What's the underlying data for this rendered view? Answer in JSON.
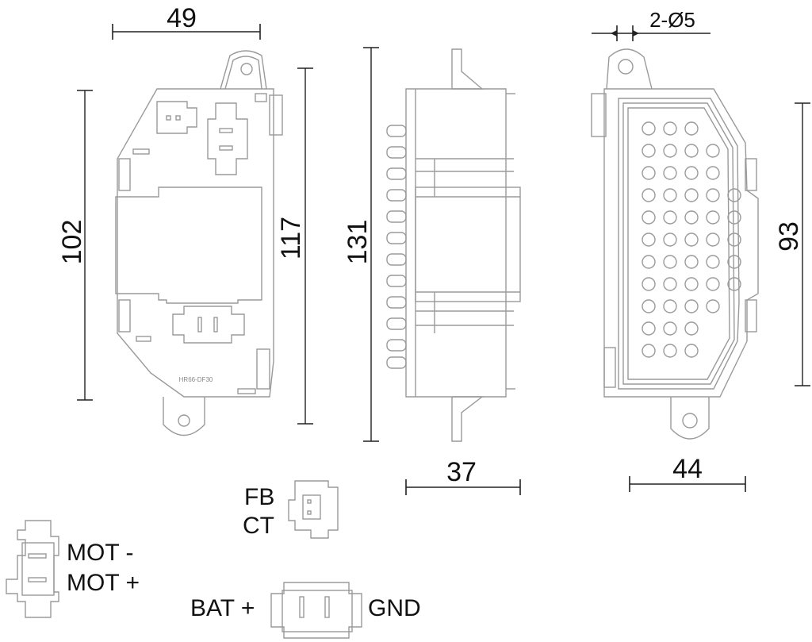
{
  "dimensions": {
    "width_top": "49",
    "height_left": "102",
    "height_mount": "117",
    "height_side": "131",
    "width_side": "37",
    "holes": "2-Ø5",
    "height_back": "93",
    "width_back": "44"
  },
  "pins": {
    "fb": "FB",
    "ct": "CT",
    "mot_minus": "MOT -",
    "mot_plus": "MOT +",
    "bat_plus": "BAT +",
    "gnd": "GND"
  },
  "board_marking": "HR66-DF30"
}
